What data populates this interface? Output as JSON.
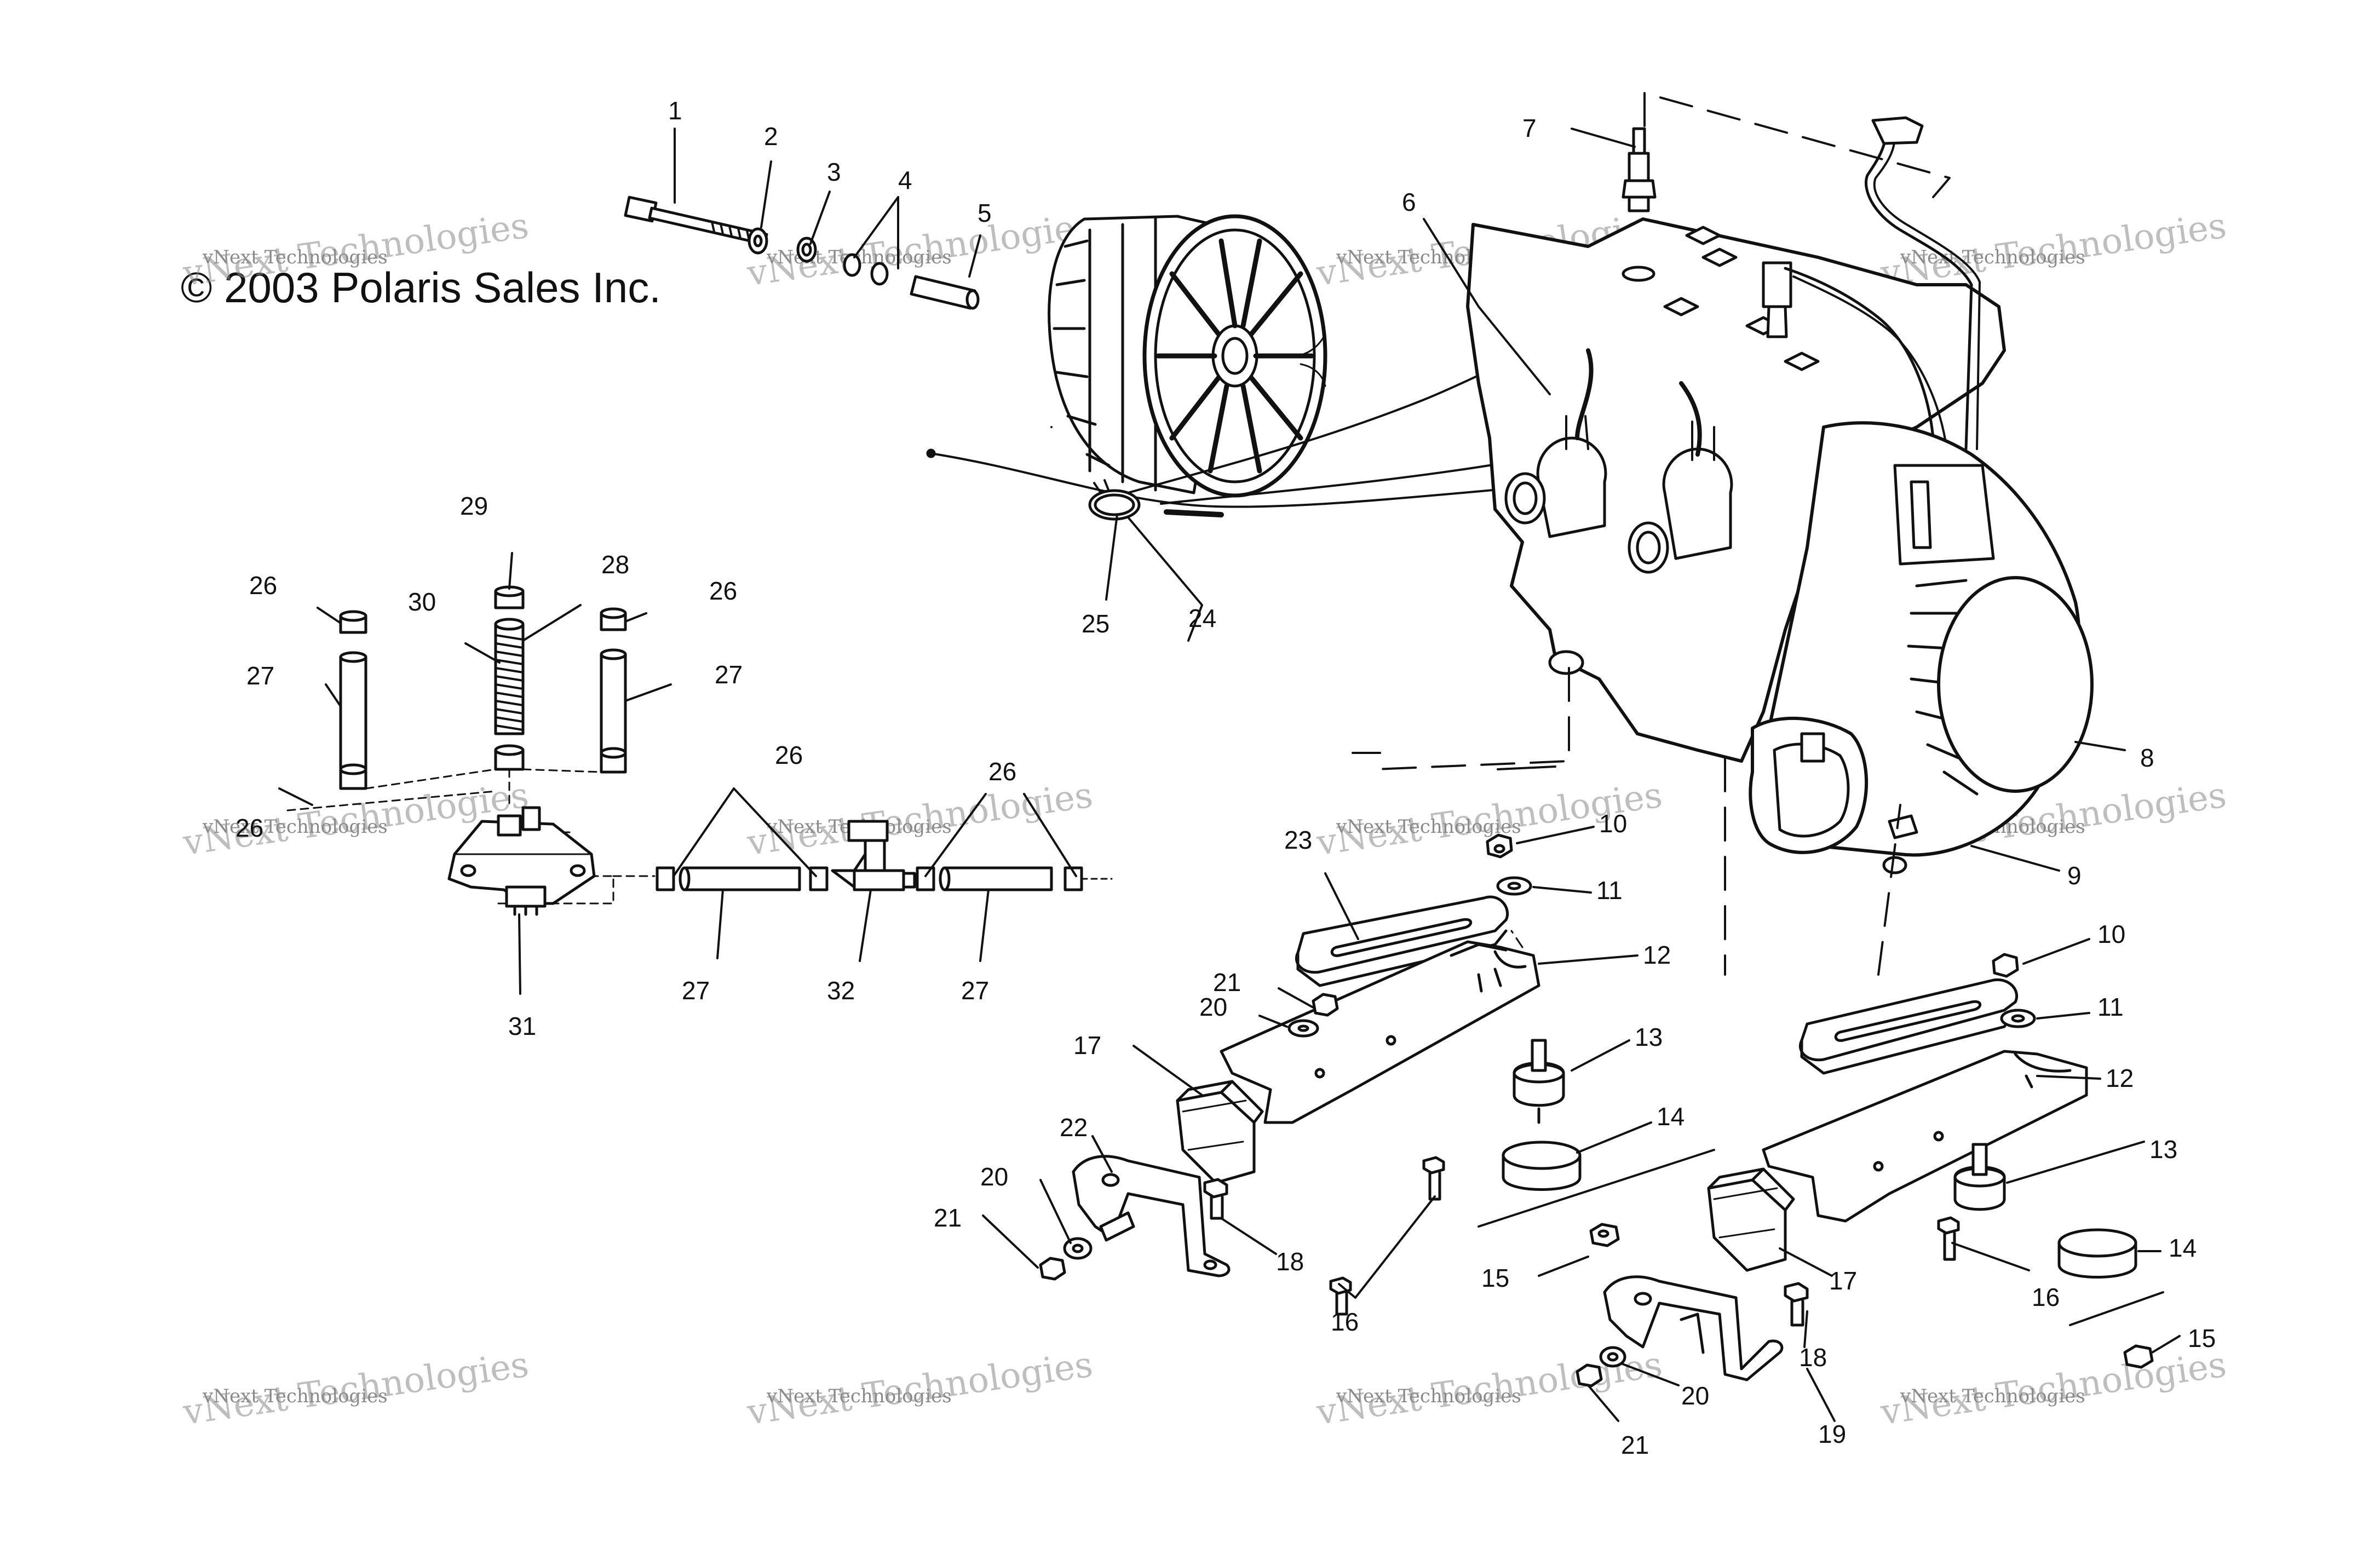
{
  "copyright": "© 2003 Polaris Sales Inc.",
  "watermark": {
    "small": "vNext Technologies",
    "large": "vNext Technologies"
  },
  "callouts": [
    "1",
    "2",
    "3",
    "4",
    "5",
    "6",
    "7",
    "8",
    "9",
    "10",
    "11",
    "12",
    "13",
    "14",
    "15",
    "16",
    "17",
    "18",
    "19",
    "20",
    "21",
    "22",
    "23",
    "24",
    "25",
    "26",
    "27",
    "28",
    "29",
    "30",
    "31",
    "32"
  ],
  "labels": {
    "n1": "1",
    "n2": "2",
    "n3": "3",
    "n4": "4",
    "n5": "5",
    "n6": "6",
    "n7": "7",
    "n8": "8",
    "n9": "9",
    "n10": "10",
    "n11": "11",
    "n12": "12",
    "n13": "13",
    "n14": "14",
    "n15": "15",
    "n16": "16",
    "n17": "17",
    "n18": "18",
    "n19": "19",
    "n20": "20",
    "n21": "21",
    "n22": "22",
    "n23": "23",
    "n24": "24",
    "n25": "25",
    "n26": "26",
    "n27": "27",
    "n28": "28",
    "n29": "29",
    "n30": "30",
    "n31": "31",
    "n32": "32"
  }
}
